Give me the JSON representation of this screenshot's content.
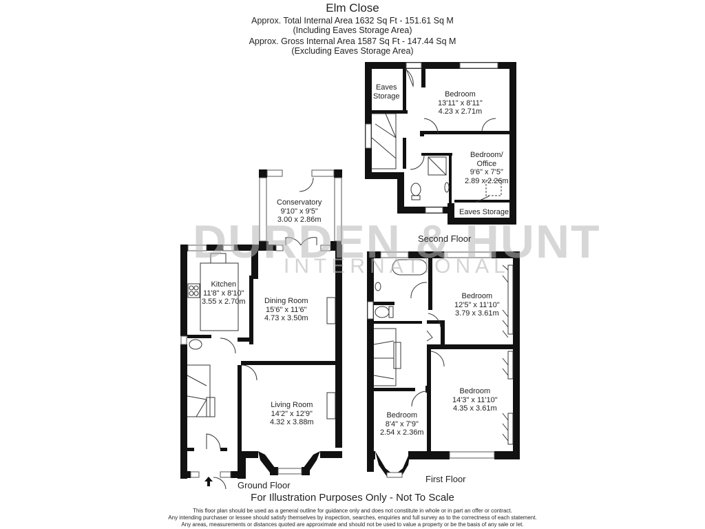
{
  "header": {
    "title": "Elm Close",
    "total_area": "Approx. Total Internal Area   1632 Sq Ft  -  151.61 Sq M",
    "total_note": "(Including  Eaves Storage Area)",
    "gross_area": "Approx. Gross Internal Area   1587 Sq Ft  -  147.44 Sq M",
    "gross_note": "(Excluding  Eaves Storage Area)"
  },
  "watermark": {
    "brand": "DURDEN & HUNT",
    "sub": "INTERNATIONAL"
  },
  "floors": {
    "ground": {
      "label": "Ground Floor",
      "rooms": [
        {
          "name": "Conservatory",
          "imperial": "9'10\" x 9'5\"",
          "metric": "3.00 x 2.86m"
        },
        {
          "name": "Kitchen",
          "imperial": "11'8\" x 8'10\"",
          "metric": "3.55 x 2.70m"
        },
        {
          "name": "Dining Room",
          "imperial": "15'6\" x 11'6\"",
          "metric": "4.73 x 3.50m"
        },
        {
          "name": "Living Room",
          "imperial": "14'2\" x 12'9\"",
          "metric": "4.32 x 3.88m"
        }
      ]
    },
    "first": {
      "label": "First Floor",
      "rooms": [
        {
          "name": "Bedroom",
          "imperial": "12'5\" x 11'10\"",
          "metric": "3.79 x 3.61m"
        },
        {
          "name": "Bedroom",
          "imperial": "14'3\" x 11'10\"",
          "metric": "4.35 x 3.61m"
        },
        {
          "name": "Bedroom",
          "imperial": "8'4\" x 7'9\"",
          "metric": "2.54 x 2.36m"
        }
      ]
    },
    "second": {
      "label": "Second Floor",
      "rooms": [
        {
          "name": "Eaves",
          "name2": "Storage"
        },
        {
          "name": "Bedroom",
          "imperial": "13'11\" x 8'11\"",
          "metric": "4.23 x 2.71m"
        },
        {
          "name": "Bedroom/",
          "name2": "Office",
          "imperial": "9'6\" x 7'5\"",
          "metric": "2.89 x 2.26m"
        },
        {
          "name": "Eaves Storage"
        }
      ]
    }
  },
  "footer": {
    "illustration": "For Illustration Purposes Only - Not To Scale",
    "disclaimer": [
      "This floor plan should be used as a general outline for guidance only and does not constitute in whole or in part an offer or contract.",
      "Any intending purchaser or lessee should satisfy themselves by inspection, searches, enquiries and full survey as to the correctness of each statement.",
      "Any areas, measurements or distances quoted are approximate and should not be used to value a property or be the basis of any sale or let."
    ]
  },
  "colors": {
    "wall": "#111111",
    "window": "#ffffff",
    "watermark": "#b8b8b8"
  }
}
